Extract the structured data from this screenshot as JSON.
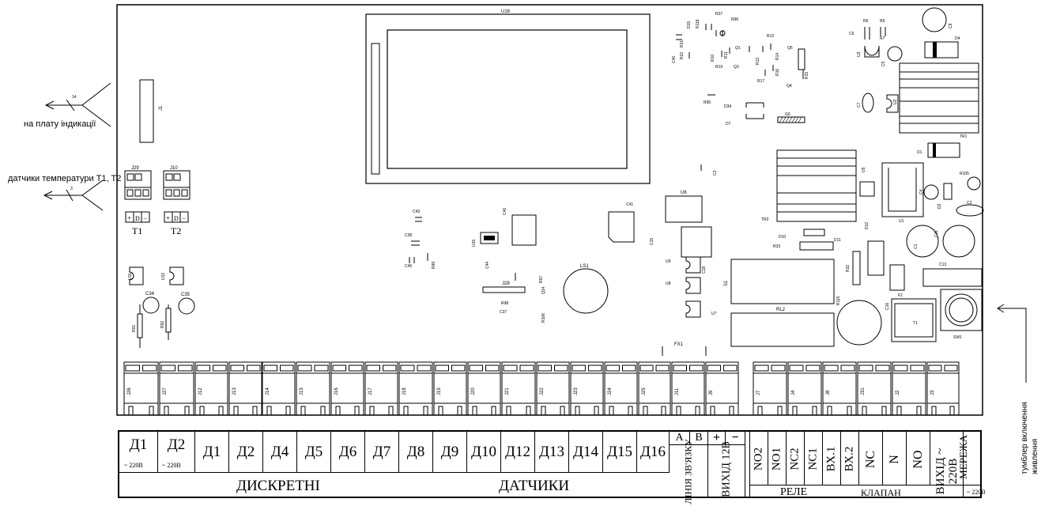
{
  "external": {
    "indication_label": "на плату індикації",
    "temp_sensors_label": "датчики температури T1, T2",
    "power_switch_label": "тумблер включення живлення",
    "wire_count_14": "14",
    "wire_count_3": "3"
  },
  "components": {
    "u16": "U16",
    "j1": "J1",
    "j29": "J29",
    "j10": "J10",
    "t1": "T1",
    "t2": "T2",
    "u11": "U11",
    "u12": "U12",
    "c34": "C34",
    "c35": "C35",
    "r91": "R91",
    "r92": "R92",
    "c43": "C43",
    "c38": "C38",
    "c45": "C45",
    "r99": "R99",
    "c40": "C40",
    "u15": "U15",
    "c44": "C44",
    "j28": "J28",
    "r97": "R97",
    "r98": "R98",
    "c37": "C37",
    "r106": "R106",
    "q14": "Q14",
    "ls1": "LS1",
    "c41": "C41",
    "c15": "C15",
    "u6": "U6",
    "u9": "U9",
    "u8": "U8",
    "u7": "U7",
    "c18": "C18",
    "s1": "S1",
    "rl2": "RL2",
    "fx1": "FX1",
    "d15": "D15",
    "r118": "R118",
    "r37": "R37",
    "r96": "R96",
    "r21": "R21",
    "r22": "R22",
    "c46": "C46",
    "r10": "R10",
    "r19": "R19",
    "q3": "Q3",
    "q1": "Q1",
    "r11": "R11",
    "r12": "R12",
    "r13": "R13",
    "q5": "Q5",
    "r14": "R14",
    "r16": "R16",
    "r15": "R15",
    "r17": "R17",
    "q4": "Q4",
    "r95": "R95",
    "d34": "D34",
    "d7": "D7",
    "g6": "G6",
    "c3": "C3",
    "r6": "R6",
    "r5": "R5",
    "c6": "C6",
    "r7": "R7",
    "u3": "U3",
    "c5": "C5",
    "c9": "C9",
    "d4": "D4",
    "c7": "C7",
    "u2": "U2",
    "tr1": "TR1",
    "d1": "D1",
    "u5": "U5",
    "r105": "R105",
    "c4": "C4",
    "d2": "D2",
    "c2": "C2",
    "tr2": "TR2",
    "u1": "U1",
    "d12": "D12",
    "d10": "D10",
    "d11": "D11",
    "r33": "R33",
    "r32": "R32",
    "c1": "C1",
    "c11": "C11",
    "c13": "C13",
    "r115": "R115",
    "c16": "C16",
    "f2": "F2",
    "t1b": "T1",
    "sw1": "SW1"
  },
  "connectors": [
    "J26",
    "J27",
    "J12",
    "J13",
    "J14",
    "J15",
    "J16",
    "J17",
    "J18",
    "J19",
    "J20",
    "J21",
    "J22",
    "J23",
    "J24",
    "J25",
    "J11",
    "J9",
    "J7",
    "J4",
    "J8",
    "J31",
    "J2",
    "J3"
  ],
  "legend": {
    "d1_220": "Д1",
    "d2_220": "Д2",
    "v220_small": "~ 220В",
    "sensors": [
      "Д1",
      "Д2",
      "Д4",
      "Д5",
      "Д6",
      "Д7",
      "Д8",
      "Д9",
      "Д10",
      "Д12",
      "Д13",
      "Д14",
      "Д15",
      "Д16"
    ],
    "a": "A",
    "b": "B",
    "plus": "+",
    "minus": "−",
    "line_comm": "ЛІНІЯ ЗВ'ЯЗКУ",
    "out12": "ВИХІД 12В",
    "relay_terms": [
      "NO2",
      "NO1",
      "NC2",
      "NC1",
      "ВХ.1",
      "ВХ.2"
    ],
    "valve_terms": [
      "NC",
      "N",
      "NO"
    ],
    "out220": "ВИХІД ~ 220В",
    "mains": "МЕРЕЖА",
    "mains_v": "~ 220В",
    "discrete": "ДИСКРЕТНІ",
    "sensors_word": "ДАТЧИКИ",
    "relay": "РЕЛЕ",
    "valve": "КЛАПАН"
  }
}
